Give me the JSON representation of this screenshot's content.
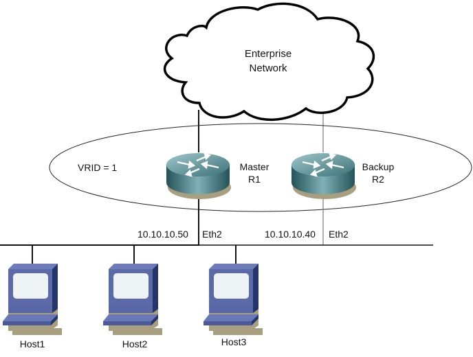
{
  "cloud": {
    "line1": "Enterprise",
    "line2": "Network"
  },
  "vrid_label": "VRID = 1",
  "routers": [
    {
      "role": "Master",
      "name": "R1",
      "ip": "10.10.10.50",
      "interface": "Eth2"
    },
    {
      "role": "Backup",
      "name": "R2",
      "ip": "10.10.10.40",
      "interface": "Eth2"
    }
  ],
  "hosts": [
    {
      "name": "Host1"
    },
    {
      "name": "Host2"
    },
    {
      "name": "Host3"
    }
  ],
  "colors": {
    "router_body": "#3d7a80",
    "host_body": "#5a67a6",
    "host_dark": "#2a3a78",
    "shadow": "#a89e80"
  }
}
